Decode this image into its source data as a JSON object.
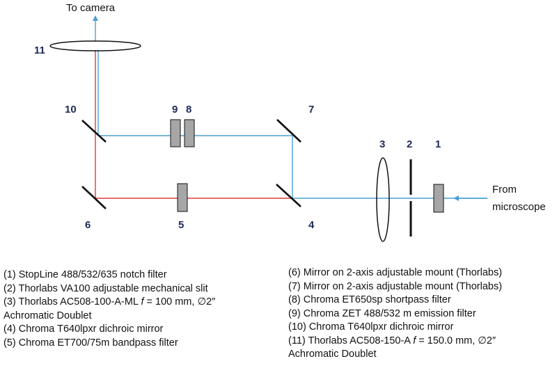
{
  "diagram": {
    "labels": {
      "to_camera": "To camera",
      "from_microscope_line1": "From",
      "from_microscope_line2": "microscope",
      "n1": "1",
      "n2": "2",
      "n3": "3",
      "n4": "4",
      "n5": "5",
      "n6": "6",
      "n7": "7",
      "n8": "8",
      "n9": "9",
      "n10": "10",
      "n11": "11"
    },
    "colors": {
      "blue_beam": "#4a9fd4",
      "red_beam": "#d93c3c",
      "filter_fill": "#a6a6a6",
      "label_color": "#1f2a5a"
    }
  },
  "legend_left": [
    {
      "pre": "(1) StopLine 488/532/635 notch filter"
    },
    {
      "pre": "(2) Thorlabs VA100 adjustable mechanical slit"
    },
    {
      "pre": "(3) Thorlabs AC508-100-A-ML ",
      "f": "f",
      "post": " = 100 mm, ∅2″"
    },
    {
      "pre": "Achromatic Doublet"
    },
    {
      "pre": "(4) Chroma T640lpxr dichroic mirror"
    },
    {
      "pre": "(5) Chroma ET700/75m bandpass filter"
    }
  ],
  "legend_right": [
    {
      "pre": "(6) Mirror on 2-axis adjustable mount (Thorlabs)"
    },
    {
      "pre": "(7) Mirror on 2-axis adjustable mount (Thorlabs)"
    },
    {
      "pre": "(8) Chroma ET650sp shortpass filter"
    },
    {
      "pre": "(9) Chroma ZET 488/532 m emission filter"
    },
    {
      "pre": "(10) Chroma T640lpxr dichroic mirror"
    },
    {
      "pre": "(11) Thorlabs AC508-150-A ",
      "f": "f",
      "post": " = 150.0 mm, ∅2″"
    },
    {
      "pre": "Achromatic Doublet"
    }
  ]
}
